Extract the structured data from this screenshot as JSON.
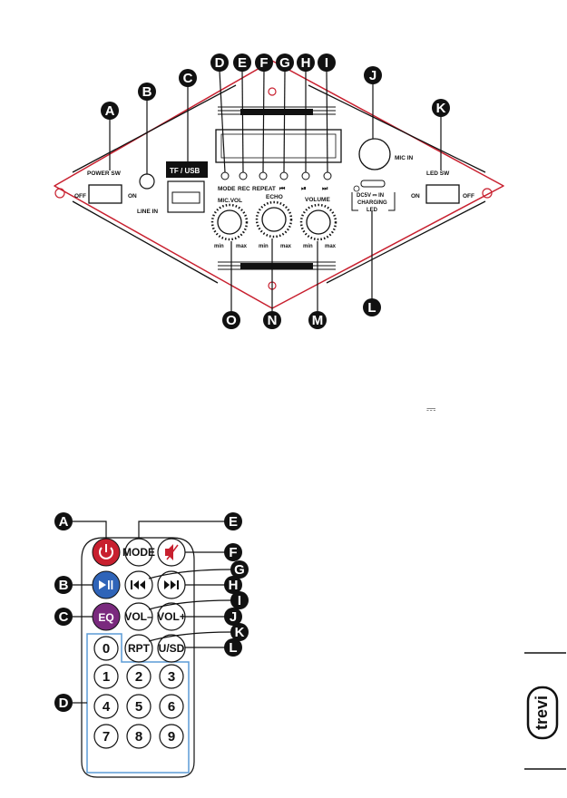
{
  "panel": {
    "power_sw": "POWER SW",
    "off_left": "OFF",
    "on_left": "ON",
    "line_in": "LINE IN",
    "tf_usb": "TF / USB",
    "mode": "MODE",
    "rec": "REC",
    "repeat": "REPEAT",
    "prev_symbol": "⏮",
    "playpause_symbol": "⏯",
    "next_symbol": "⏭",
    "mic_in": "MIC IN",
    "led_sw": "LED SW",
    "on_right": "ON",
    "off_right": "OFF",
    "dc_in": "DC5V ⎓ IN",
    "charging": "CHARGING",
    "led": "LED",
    "mic_vol": "MIC.VOL",
    "echo": "ECHO",
    "volume": "VOLUME",
    "min": "min",
    "max": "max",
    "callouts": [
      "A",
      "B",
      "C",
      "D",
      "E",
      "F",
      "G",
      "H",
      "I",
      "J",
      "K",
      "L",
      "M",
      "N",
      "O"
    ]
  },
  "stray_symbol": "⎓",
  "remote": {
    "mode": "MODE",
    "eq": "EQ",
    "vol_minus": "VOL–",
    "vol_plus": "VOL+",
    "rpt": "RPT",
    "usd": "U/SD",
    "digits": [
      "0",
      "1",
      "2",
      "3",
      "4",
      "5",
      "6",
      "7",
      "8",
      "9"
    ],
    "callouts": [
      "A",
      "B",
      "C",
      "D",
      "E",
      "F",
      "G",
      "H",
      "I",
      "J",
      "K",
      "L"
    ]
  },
  "brand": "trevi",
  "colors": {
    "red": "#c8202f",
    "blue": "#2f64b8",
    "purple": "#7a2a7e",
    "frame_blue": "#5b9bd5",
    "dark": "#111111"
  }
}
